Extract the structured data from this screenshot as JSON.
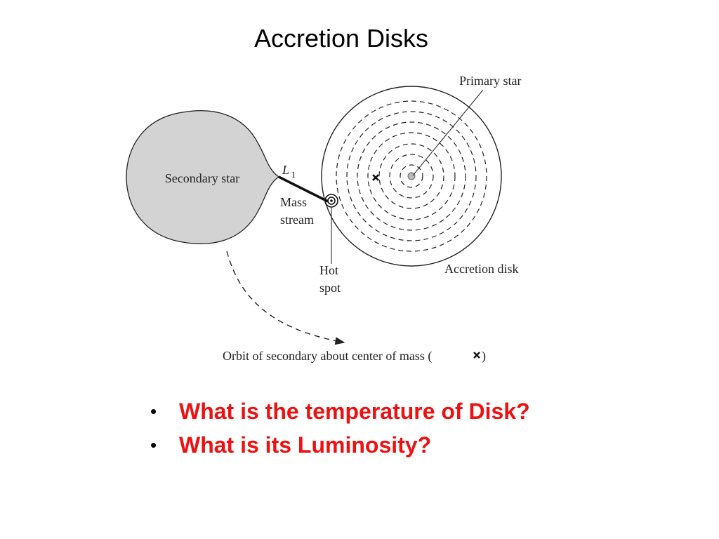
{
  "slide": {
    "title": "Accretion Disks",
    "bullets": [
      "What is the temperature of Disk?",
      "What is its Luminosity?"
    ]
  },
  "diagram": {
    "labels": {
      "primary_star": "Primary star",
      "secondary_star": "Secondary star",
      "l1_main": "L",
      "l1_sub": "1",
      "mass": "Mass",
      "stream": "stream",
      "hot": "Hot",
      "spot": "spot",
      "accretion_disk": "Accretion disk",
      "orbit_caption": "Orbit of secondary about center of mass (",
      "orbit_caption_end": ")"
    },
    "colors": {
      "secondary_fill": "#d3d3d3",
      "bullet_text": "#ee1111"
    }
  }
}
